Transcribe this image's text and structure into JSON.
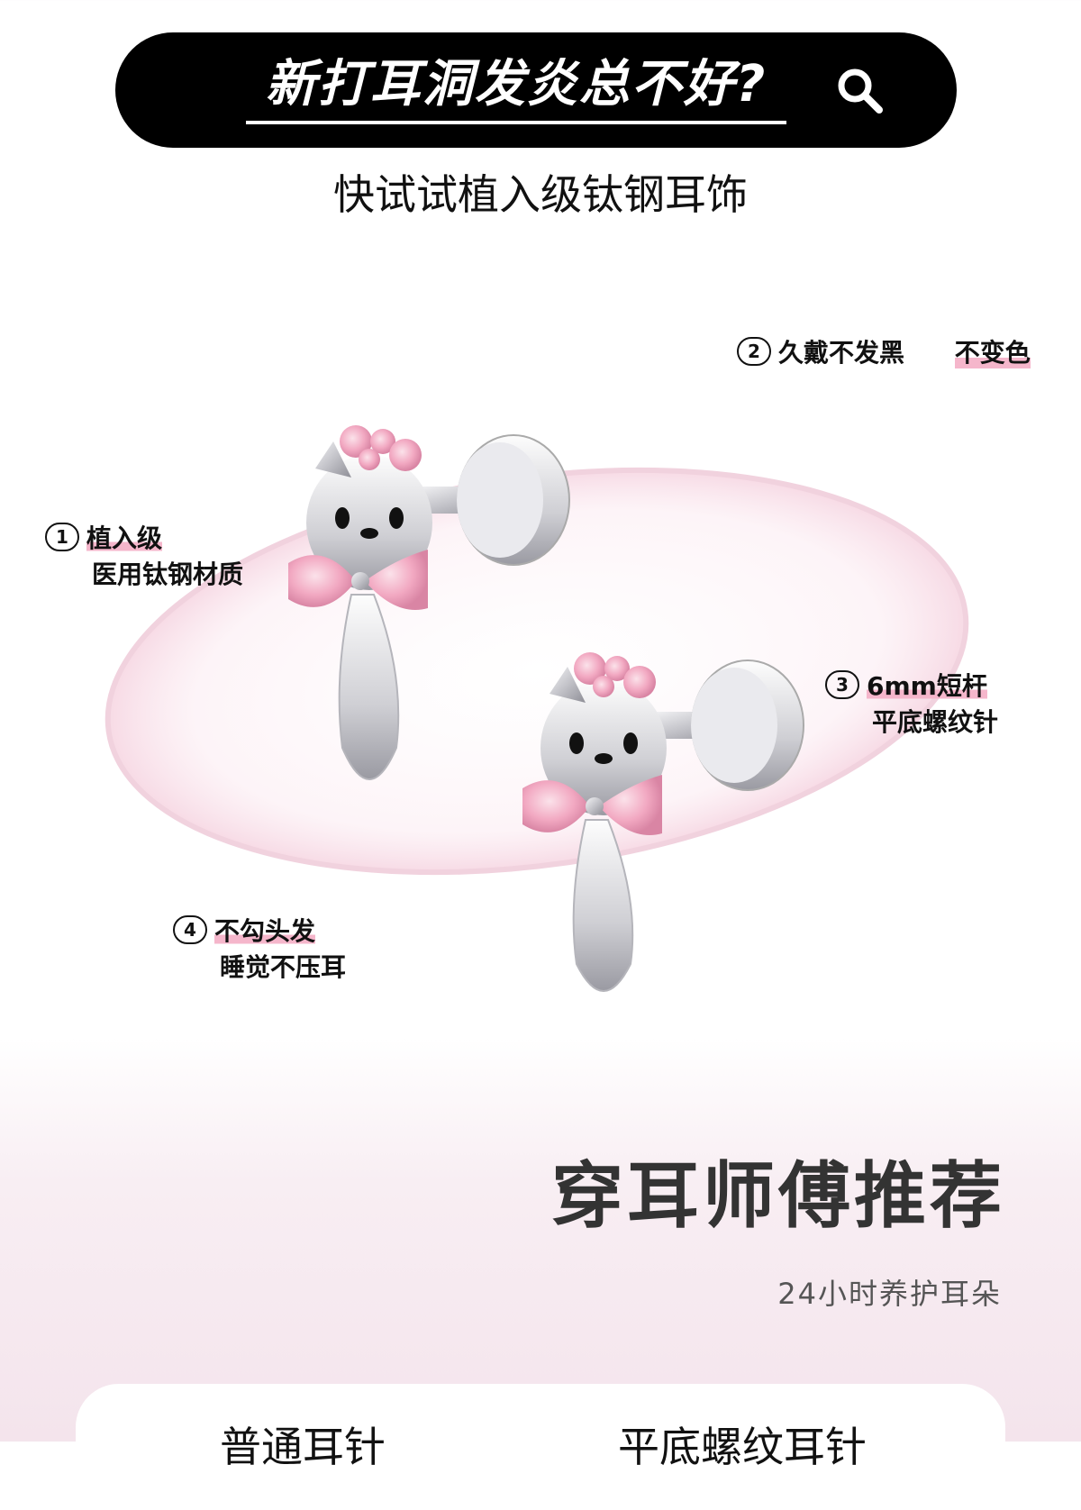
{
  "header": {
    "search_title": "新打耳洞发炎总不好?",
    "search_icon": "search-icon"
  },
  "subtitle": "快试试植入级钛钢耳饰",
  "callouts": [
    {
      "number": "1",
      "line1": "植入级",
      "line2": "医用钛钢材质"
    },
    {
      "number": "2",
      "line1": "久戴不发黑",
      "line2": "不变色"
    },
    {
      "number": "3",
      "line1": "6mm短杆",
      "line2": "平底螺纹针"
    },
    {
      "number": "4",
      "line1": "不勾头发",
      "line2": "睡觉不压耳"
    }
  ],
  "recommend": {
    "title": "穿耳师傅推荐",
    "subtitle": "24小时养护耳朵"
  },
  "compare": {
    "left_label": "普通耳针",
    "right_label": "平底螺纹耳针"
  },
  "colors": {
    "pill_bg": "#000000",
    "highlight_pink": "#f5b6cb",
    "gem_pink": "#f2a9c2",
    "silver": "#c9c9ce"
  }
}
